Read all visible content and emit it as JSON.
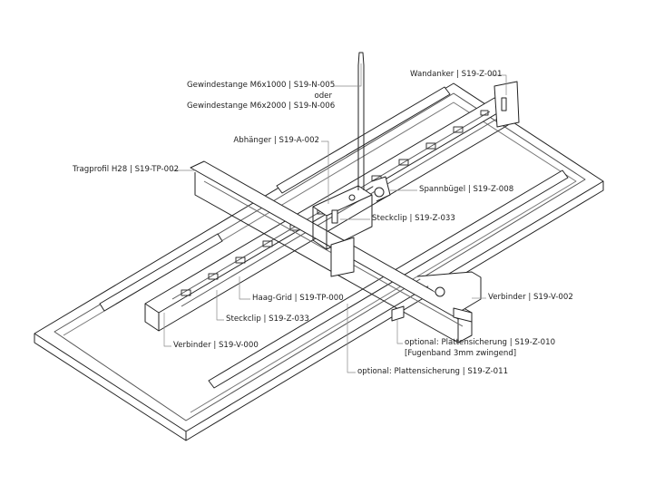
{
  "labels": {
    "rod_1": "Gewindestange M6x1000 | S19-N-005",
    "rod_or": "oder",
    "rod_2": "Gewindestange M6x2000 | S19-N-006",
    "wall_anchor": "Wandanker | S19-Z-001",
    "hanger": "Abhänger | S19-A-002",
    "main_profile": "Tragprofil H28 | S19-TP-002",
    "tension_bracket": "Spannbügel | S19-Z-008",
    "clip_upper": "Steckclip | S19-Z-033",
    "grid": "Haag-Grid | S19-TP-000",
    "connector_right": "Verbinder | S19-V-002",
    "clip_lower": "Steckclip | S19-Z-033",
    "connector_left": "Verbinder | S19-V-000",
    "panel_lock_010": "optional: Plattensicherung | S19-Z-010",
    "panel_lock_010_note": "[Fugenband 3mm zwingend]",
    "panel_lock_011": "optional: Plattensicherung | S19-Z-011"
  }
}
